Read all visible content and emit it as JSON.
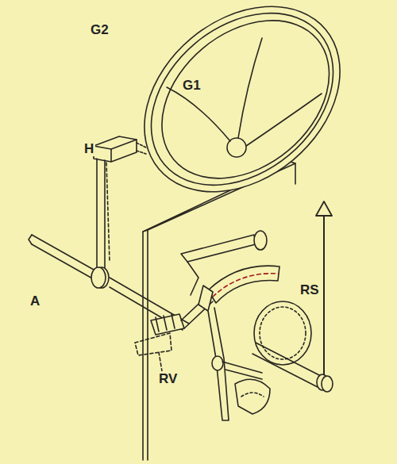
{
  "diagram": {
    "labels": [
      "G2",
      "G1",
      "H",
      "A",
      "RS",
      "RV"
    ]
  }
}
